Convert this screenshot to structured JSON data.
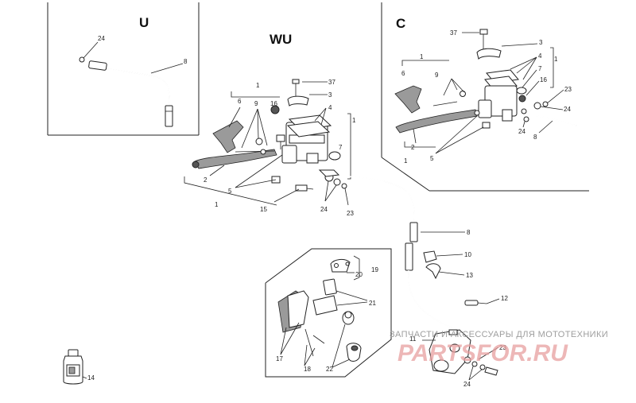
{
  "sections": {
    "u": "U",
    "wu": "WU",
    "c": "C"
  },
  "labels": {
    "u_24": "24",
    "u_8": "8",
    "wu_1a": "1",
    "wu_6": "6",
    "wu_9": "9",
    "wu_16": "16",
    "wu_37": "37",
    "wu_3": "3",
    "wu_4": "4",
    "wu_1b": "1",
    "wu_7": "7",
    "wu_2": "2",
    "wu_5": "5",
    "wu_1c": "1",
    "wu_15": "15",
    "wu_24": "24",
    "wu_23": "23",
    "c_37": "37",
    "c_3": "3",
    "c_1a": "1",
    "c_4": "4",
    "c_1b": "1",
    "c_6": "6",
    "c_9": "9",
    "c_7": "7",
    "c_16": "16",
    "c_23": "23",
    "c_24a": "24",
    "c_2": "2",
    "c_24b": "24",
    "c_8": "8",
    "c_5": "5",
    "c_1c": "1",
    "m_8": "8",
    "m_10": "10",
    "m_13": "13",
    "m_19": "19",
    "m_20": "20",
    "m_21": "21",
    "m_12": "12",
    "m_11": "11",
    "m_17": "17",
    "m_18": "18",
    "m_22": "22",
    "m_23": "23",
    "m_24": "24",
    "m_14": "14"
  },
  "watermark": {
    "tagline": "ЗАПЧАСТИ И АКСЕССУАРЫ ДЛЯ МОТОТЕХНИКИ",
    "logo": "PARTSFOR.RU"
  }
}
